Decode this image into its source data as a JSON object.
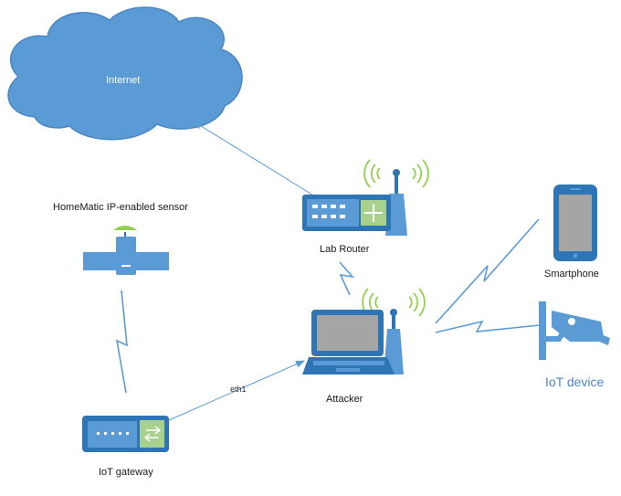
{
  "labels": {
    "internet": "Internet",
    "sensor": "HomeMatic IP-enabled sensor",
    "lab_router": "Lab Router",
    "smartphone": "Smartphone",
    "attacker": "Attacker",
    "iot_device": "IoT device",
    "iot_gateway": "IoT gateway",
    "eth1": "eth1"
  },
  "icons": {
    "cloud": "cloud-icon",
    "router": "router-icon",
    "satellite_sensor": "satellite-sensor-icon",
    "laptop": "laptop-icon",
    "smartphone": "smartphone-icon",
    "camera": "security-camera-icon",
    "gateway": "gateway-icon"
  },
  "colors": {
    "device_blue": "#5b9bd5",
    "device_dark": "#2e75b6",
    "accent_green": "#a9d18e",
    "wifi_green": "#92d050",
    "screen_gray": "#a5a5a5",
    "iot_text": "#4f87c6"
  }
}
